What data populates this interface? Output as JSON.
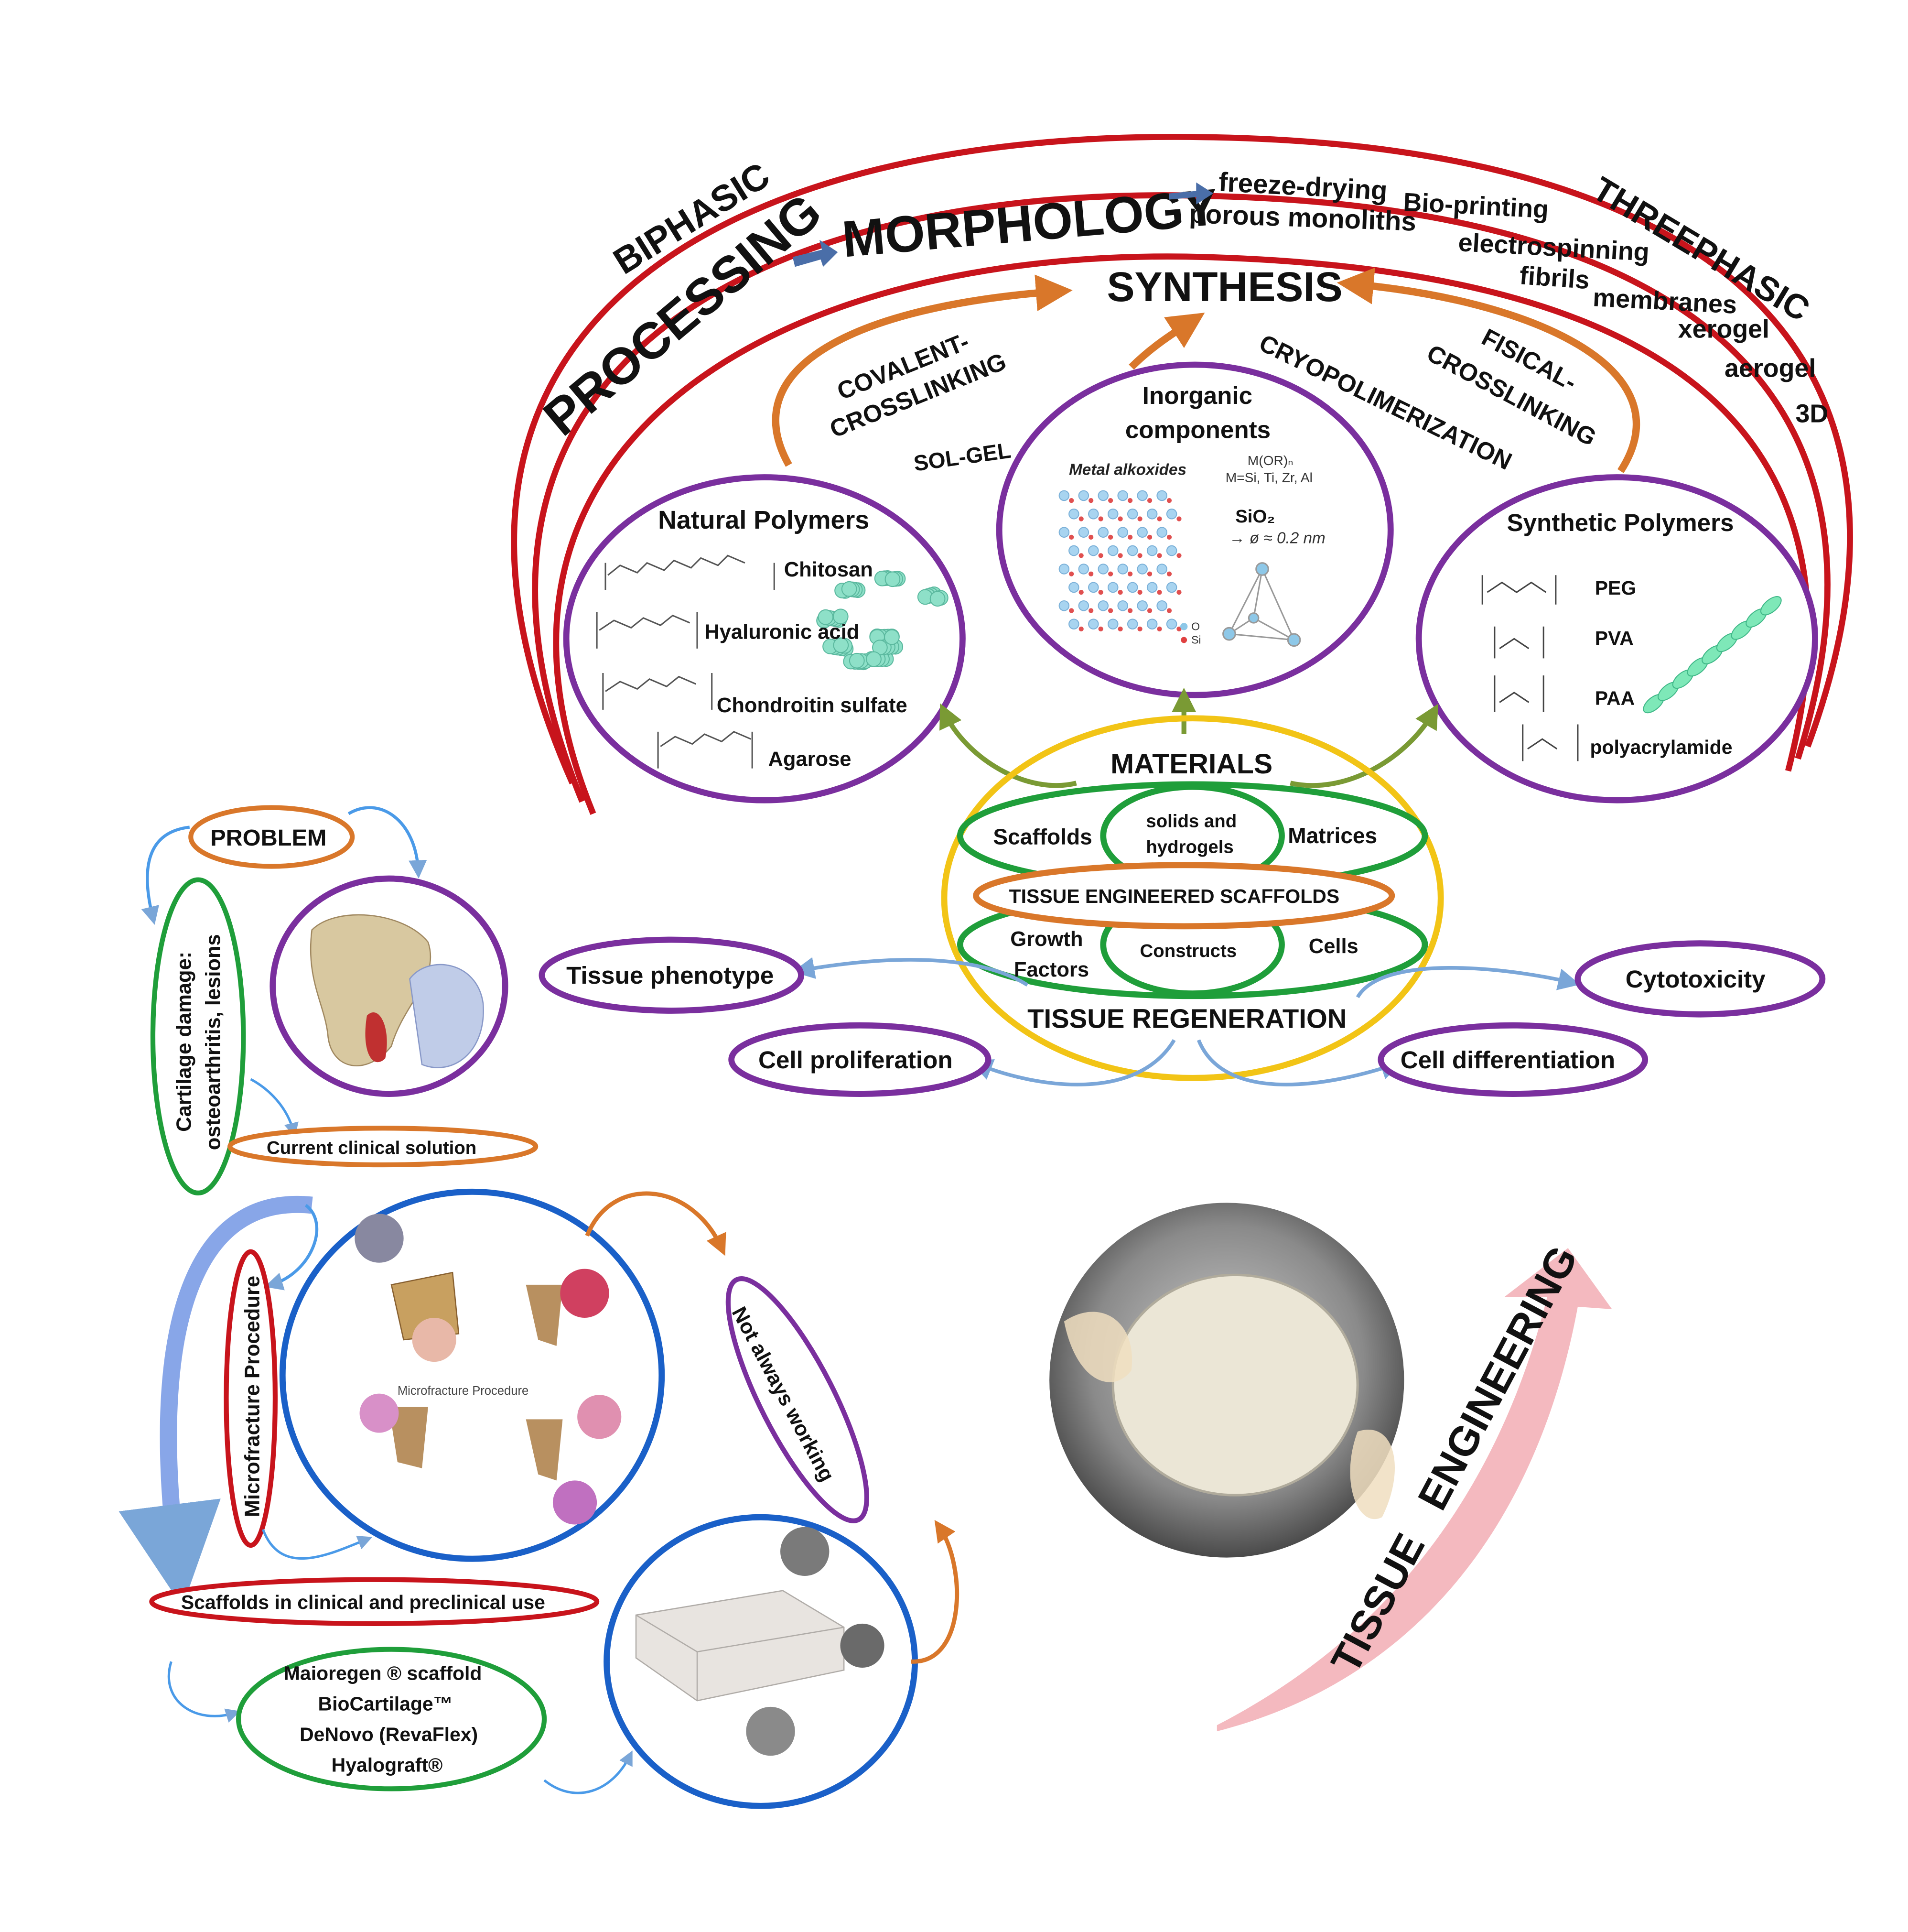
{
  "colors": {
    "red": "#c8141c",
    "purple": "#7a2f9e",
    "orange": "#d9772a",
    "blue": "#1a60c8",
    "green": "#1f9e3a",
    "yellow": "#f2c416",
    "olive": "#7a9a34",
    "lightblue": "#7aa6d8",
    "pink": "#f4b9bf",
    "text": "#111111"
  },
  "top": {
    "biphasic": "BIPHASIC",
    "threephasic": "THREEPHASIC",
    "processing": "PROCESSING",
    "morphology": "MORPHOLOGY",
    "synthesis": "SYNTHESIS",
    "methods": [
      "freeze-drying",
      "porous monoliths",
      "Bio-printing",
      "electrospinning",
      "fibrils",
      "membranes",
      "xerogel",
      "aerogel",
      "3D"
    ],
    "covalent_1": "COVALENT-",
    "covalent_2": "CROSSLINKING",
    "sol_gel": "SOL-GEL",
    "cryo": "CRYOPOLIMERIZATION",
    "fisical_1": "FISICAL-",
    "fisical_2": "CROSSLINKING"
  },
  "natural": {
    "title": "Natural Polymers",
    "items": [
      "Chitosan",
      "Hyaluronic acid",
      "Chondroitin sulfate",
      "Agarose"
    ]
  },
  "inorganic": {
    "title_1": "Inorganic",
    "title_2": "components",
    "metal": "Metal alkoxides",
    "formula": "M(OR)ₙ",
    "metals": "M=Si, Ti, Zr, Al",
    "sio2": "SiO₂",
    "size": "→ ø ≈ 0.2 nm",
    "legend_o": "O",
    "legend_si": "Si"
  },
  "synthetic": {
    "title": "Synthetic Polymers",
    "items": [
      "PEG",
      "PVA",
      "PAA",
      "polyacrylamide"
    ]
  },
  "center": {
    "materials": "MATERIALS",
    "scaffolds": "Scaffolds",
    "solids_1": "solids and",
    "solids_2": "hydrogels",
    "matrices": "Matrices",
    "tes": "TISSUE ENGINEERED SCAFFOLDS",
    "growth_1": "Growth",
    "growth_2": "Factors",
    "constructs": "Constructs",
    "cells": "Cells",
    "regeneration": "TISSUE REGENERATION"
  },
  "outcomes": {
    "tissue_phenotype": "Tissue phenotype",
    "cytotoxicity": "Cytotoxicity",
    "cell_proliferation": "Cell proliferation",
    "cell_differentiation": "Cell differentiation"
  },
  "clinical": {
    "problem": "PROBLEM",
    "damage_1": "Cartilage damage:",
    "damage_2": "osteoarthritis, lesions",
    "current": "Current clinical solution",
    "microfracture": "Microfracture Procedure",
    "micro_title": "Microfracture Procedure",
    "not_working": "Not always working",
    "scaffolds_use": "Scaffolds in clinical and preclinical use",
    "products": [
      "Maioregen ® scaffold",
      "BioCartilage™",
      "DeNovo (RevaFlex)",
      "Hyalograft®"
    ],
    "tissue_engineering": "TISSUE   ENGINEERING"
  }
}
